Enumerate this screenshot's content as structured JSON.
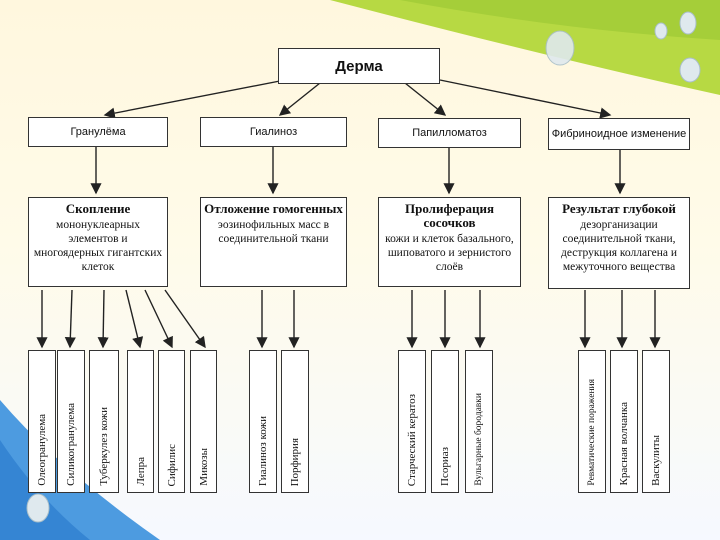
{
  "root": "Дерма",
  "branches": [
    {
      "header": "Гранулёма",
      "title": "Скопление",
      "body": "мононуклеарных элементов и многоядерных гигантских клеток",
      "leaves": [
        "Олеогранулема",
        "Силикогранулема",
        "Туберкулез кожи",
        "Лепра",
        "Сифилис",
        "Микозы"
      ]
    },
    {
      "header": "Гиалиноз",
      "title": "Отложение гомогенных",
      "body": "эозинофильных масс в соединительной ткани",
      "leaves": [
        "Гиалиноз кожи",
        "Порфирия"
      ]
    },
    {
      "header": "Папилломатоз",
      "title": "Пролиферация сосочков",
      "body": "кожи и клеток базального, шиповатого и зернистого слоёв",
      "leaves": [
        "Старческий кератоз",
        "Псориаз",
        "Вульгарные бородавки"
      ]
    },
    {
      "header": "Фибриноидное изменение",
      "title": "Результат глубокой",
      "body": "дезорганизации соединительной ткани, деструкция коллагена и межуточного вещества",
      "leaves": [
        "Ревматические поражения",
        "Красная волчанка",
        "Васкулиты"
      ]
    }
  ]
}
